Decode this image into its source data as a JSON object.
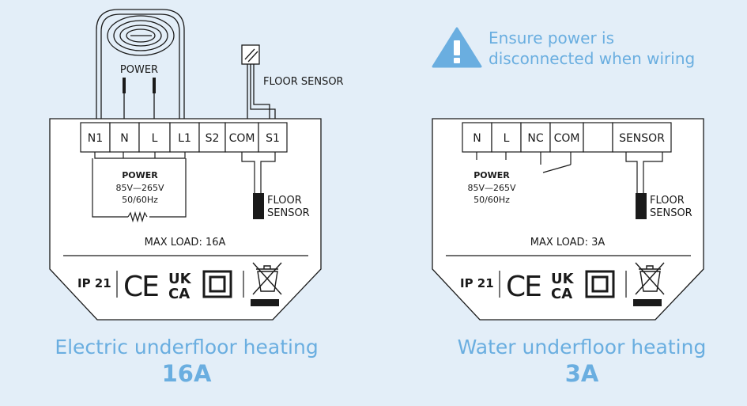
{
  "warning": {
    "line1": "Ensure power is",
    "line2": "disconnected when wiring",
    "icon": "warning-icon",
    "color": "#6aaee0"
  },
  "left": {
    "power_top_label": "POWER",
    "floor_sensor_top_label": "FLOOR SENSOR",
    "terminals": [
      "N1",
      "N",
      "L",
      "L1",
      "S2",
      "COM",
      "S1"
    ],
    "power_label": "POWER",
    "voltage": "85V—265V",
    "frequency": "50/60Hz",
    "floor_sensor_line1": "FLOOR",
    "floor_sensor_line2": "SENSOR",
    "max_load": "MAX LOAD: 16A",
    "ip_rating": "IP 21",
    "caption_title": "Electric underfloor heating",
    "caption_amp": "16A"
  },
  "right": {
    "terminals": [
      "N",
      "L",
      "NC",
      "COM",
      "",
      "SENSOR"
    ],
    "power_label": "POWER",
    "voltage": "85V—265V",
    "frequency": "50/60Hz",
    "floor_sensor_line1": "FLOOR",
    "floor_sensor_line2": "SENSOR",
    "max_load": "MAX LOAD: 3A",
    "ip_rating": "IP 21",
    "caption_title": "Water underfloor heating",
    "caption_amp": "3A"
  },
  "marks": {
    "ce": "CE",
    "ukca_top": "UK",
    "ukca_bottom": "CA"
  },
  "colors": {
    "background": "#e3eef8",
    "accent": "#6aaee0",
    "line": "#1a1a1a",
    "panel": "#ffffff"
  }
}
